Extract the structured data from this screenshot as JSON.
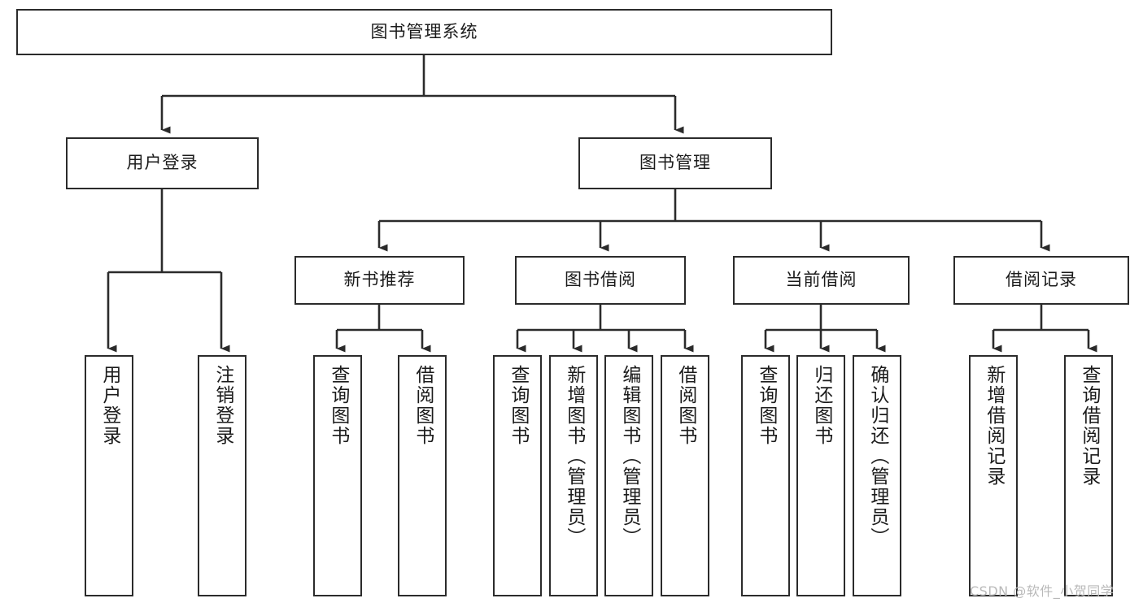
{
  "diagram": {
    "type": "tree",
    "title": "图书管理系统",
    "watermark": "CSDN @软件_小贺同学",
    "colors": {
      "box_border": "#2b2b2b",
      "box_fill": "#ffffff",
      "edge": "#2b2b2b",
      "text": "#1b1b1b",
      "watermark": "#b9b9b9",
      "background": "#ffffff"
    },
    "levels": {
      "root": {
        "label": "图书管理系统"
      },
      "level2": [
        {
          "label": "用户登录"
        },
        {
          "label": "图书管理"
        }
      ],
      "level3": [
        {
          "label": "新书推荐"
        },
        {
          "label": "图书借阅"
        },
        {
          "label": "当前借阅"
        },
        {
          "label": "借阅记录"
        }
      ],
      "leaves": {
        "user_login": [
          {
            "label": "用户登录"
          },
          {
            "label": "注销登录"
          }
        ],
        "new_book_recommend": [
          {
            "label": "查询图书"
          },
          {
            "label": "借阅图书"
          }
        ],
        "book_borrow": [
          {
            "label": "查询图书"
          },
          {
            "label": "新增图书（管理员）"
          },
          {
            "label": "编辑图书（管理员）"
          },
          {
            "label": "借阅图书"
          }
        ],
        "current_borrow": [
          {
            "label": "查询图书"
          },
          {
            "label": "归还图书"
          },
          {
            "label": "确认归还（管理员）"
          }
        ],
        "borrow_record": [
          {
            "label": "新增借阅记录"
          },
          {
            "label": "查询借阅记录"
          }
        ]
      }
    }
  }
}
